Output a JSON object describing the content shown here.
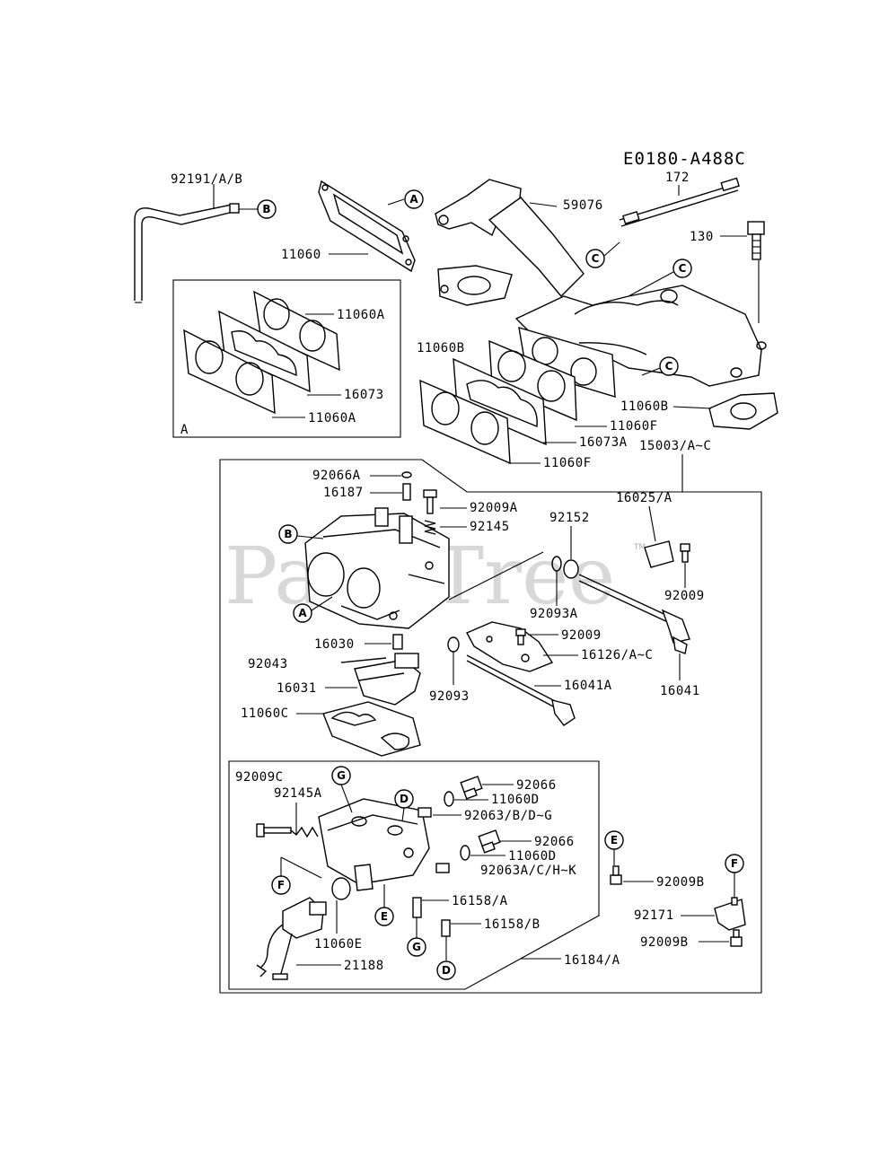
{
  "diagram_code": "E0180-A488C",
  "watermark": "PartsTree",
  "watermark_tm": "TM",
  "inset_a_label": "A",
  "labels": {
    "p92191": "92191/A/B",
    "p11060": "11060",
    "p59076": "59076",
    "p172": "172",
    "p130": "130",
    "p11060A_1": "11060A",
    "p16073": "16073",
    "p11060A_2": "11060A",
    "p11060B_1": "11060B",
    "p11060F_1": "11060F",
    "p16073A": "16073A",
    "p11060F_2": "11060F",
    "p11060B_2": "11060B",
    "p15003": "15003/A~C",
    "p92066A": "92066A",
    "p16187": "16187",
    "p92009A": "92009A",
    "p92145": "92145",
    "p92152": "92152",
    "p16025": "16025/A",
    "p92009_1": "92009",
    "p92093A": "92093A",
    "p92009_2": "92009",
    "p16126": "16126/A~C",
    "p16030": "16030",
    "p92043": "92043",
    "p16031": "16031",
    "p92093": "92093",
    "p16041A": "16041A",
    "p16041": "16041",
    "p11060C": "11060C",
    "p92009C": "92009C",
    "p92145A": "92145A",
    "p92066_1": "92066",
    "p11060D_1": "11060D",
    "p92063_1": "92063/B/D~G",
    "p92066_2": "92066",
    "p11060D_2": "11060D",
    "p92063_2": "92063A/C/H~K",
    "p92009B_1": "92009B",
    "p16158_1": "16158/A",
    "p16158_2": "16158/B",
    "p92171": "92171",
    "p92009B_2": "92009B",
    "p11060E": "11060E",
    "p21188": "21188",
    "p16184": "16184/A"
  },
  "callouts": {
    "a_top": "A",
    "b_top": "B",
    "c1": "C",
    "c2": "C",
    "c3": "C",
    "b_carb": "B",
    "a_carb": "A",
    "g_top": "G",
    "d_top": "D",
    "f_left": "F",
    "e_mid": "E",
    "g_bottom": "G",
    "d_bottom": "D",
    "e_right": "E",
    "f_right": "F"
  }
}
